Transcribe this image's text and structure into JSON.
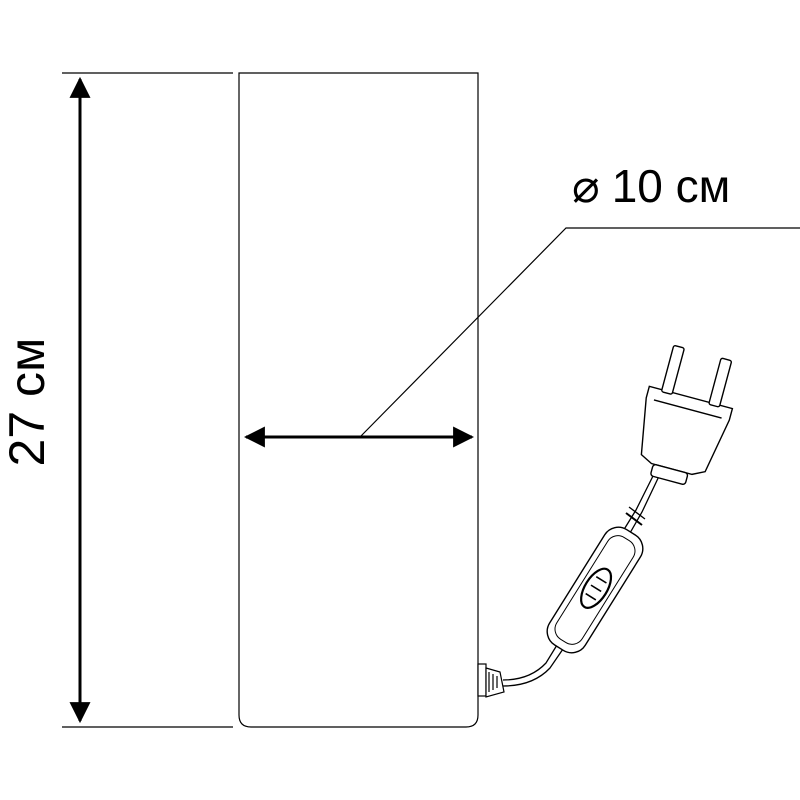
{
  "dimensions": {
    "height": {
      "value": 27,
      "unit": "см",
      "label": "27 см"
    },
    "diameter": {
      "symbol": "⌀",
      "value": 10,
      "unit": "см",
      "label": "10 см"
    }
  },
  "colors": {
    "line": "#000000",
    "background": "#ffffff"
  },
  "parts": [
    "cylinder-body",
    "power-cord",
    "inline-switch",
    "plug"
  ]
}
